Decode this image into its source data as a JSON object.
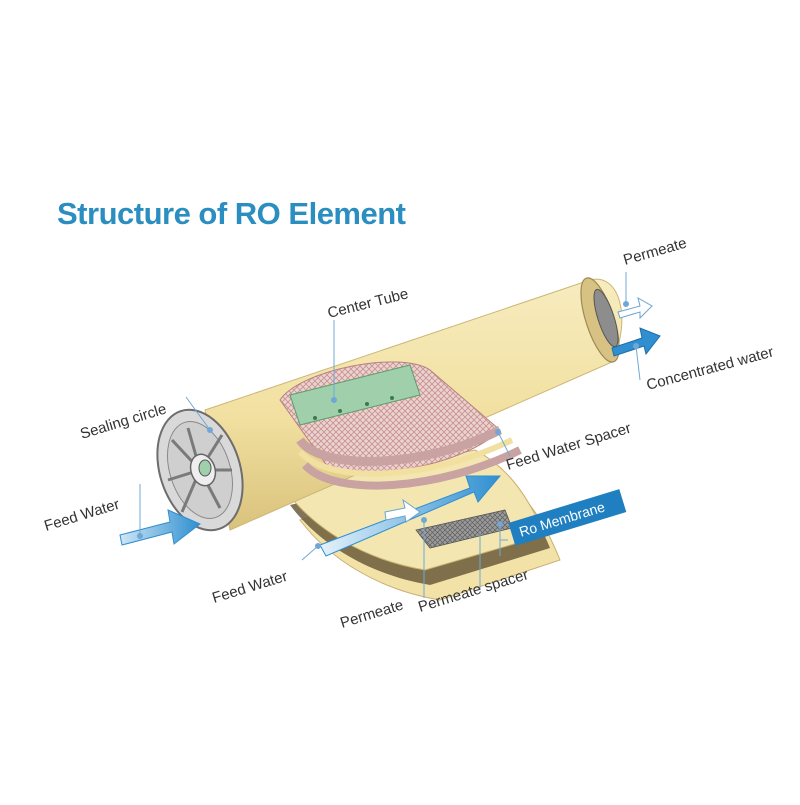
{
  "title": "Structure of RO Element",
  "labels": {
    "permeate_top": "Permeate",
    "center_tube": "Center Tube",
    "concentrated_water": "Concentrated water",
    "sealing_circle": "Sealing circle",
    "feed_water_spacer": "Feed Water Spacer",
    "feed_water_left": "Feed Water",
    "feed_water_bottom": "Feed Water",
    "ro_membrane": "Ro Membrane",
    "permeate_spacer": "Permeate spacer",
    "permeate_bottom": "Permeate"
  },
  "colors": {
    "title": "#2b8ec0",
    "shell": "#f3e3a4",
    "shell_shade": "#e2cd86",
    "arrow_blue": "#2f8fd0",
    "ro_box": "#1f7fc0",
    "mesh": "#d9a9a9",
    "tube": "#8fc9a0"
  }
}
